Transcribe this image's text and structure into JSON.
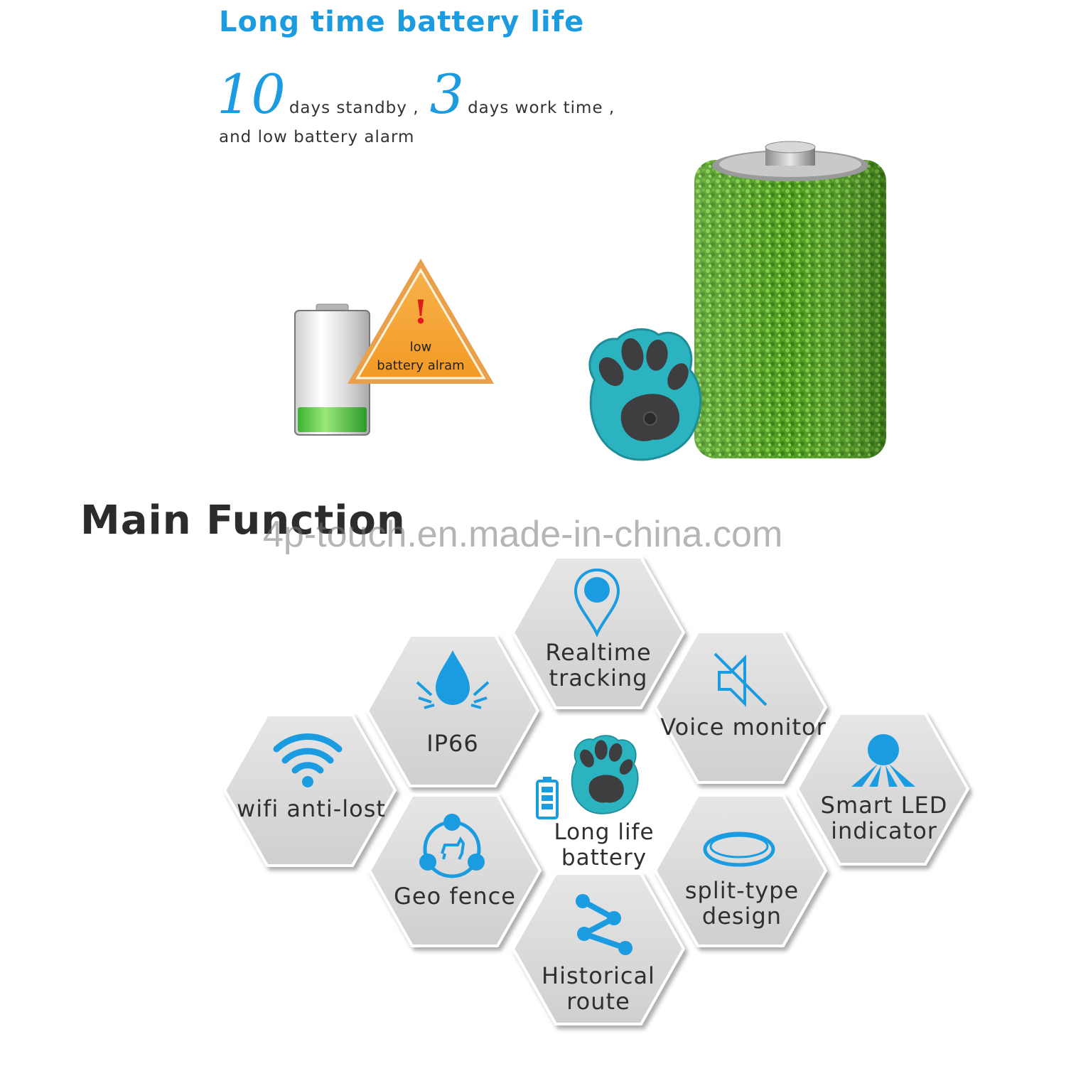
{
  "header": {
    "title": "Long time battery life",
    "standby_number": "10",
    "standby_text": "days standby ,",
    "work_number": "3",
    "work_text": "days work time ,",
    "alarm_text": "and low battery alarm"
  },
  "warning": {
    "line1": "low",
    "line2": "battery alram",
    "symbol": "!"
  },
  "main_function": {
    "title": "Main Function",
    "watermark": "4p-touch.en.made-in-china.com",
    "features": [
      {
        "label": "Realtime tracking",
        "icon": "location-pin-icon"
      },
      {
        "label": "IP66",
        "icon": "water-drop-icon"
      },
      {
        "label": "Voice monitor",
        "icon": "speaker-mute-icon"
      },
      {
        "label": "wifi anti-lost",
        "icon": "wifi-icon"
      },
      {
        "label": "Smart LED indicator",
        "icon": "led-light-icon"
      },
      {
        "label": "Geo fence",
        "icon": "geo-fence-icon"
      },
      {
        "label": "split-type design",
        "icon": "ring-icon"
      },
      {
        "label": "Historical route",
        "icon": "route-icon"
      }
    ],
    "center": {
      "label": "Long life battery",
      "icon": "paw-tracker-icon"
    }
  },
  "colors": {
    "accent": "#1b9be0",
    "hex_fill": "#dcdcdc",
    "device_teal": "#2bb3c0",
    "grass": "#4c9a1f",
    "warning_orange": "#f4a12e"
  }
}
